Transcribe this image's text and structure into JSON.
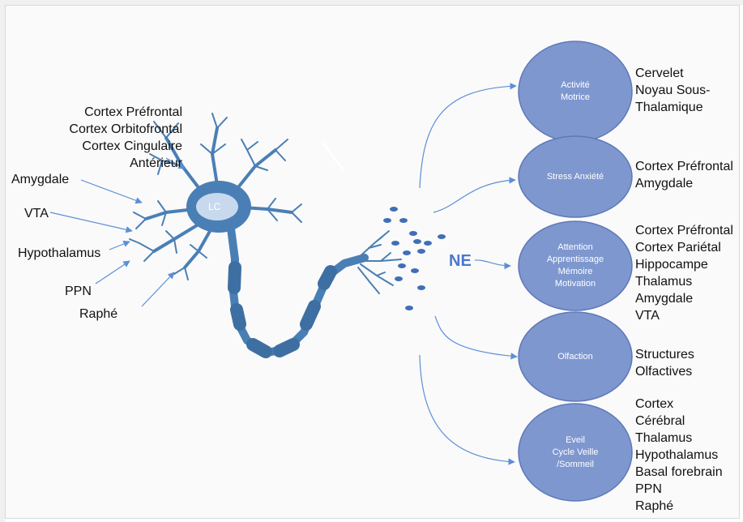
{
  "neuron": {
    "soma_label": "LC",
    "transmitter_label": "NE"
  },
  "inputs": [
    {
      "label": "Cortex Préfrontal"
    },
    {
      "label": "Cortex Orbitofrontal"
    },
    {
      "label": "Cortex Cingulaire"
    },
    {
      "label": "Antérieur"
    },
    {
      "label": "Amygdale"
    },
    {
      "label": "VTA"
    },
    {
      "label": "Hypothalamus"
    },
    {
      "label": "PPN"
    },
    {
      "label": "Raphé"
    }
  ],
  "functions": [
    {
      "lines": [
        "Activité",
        "Motrice"
      ],
      "targets": [
        "Cervelet",
        "Noyau Sous-",
        "Thalamique"
      ]
    },
    {
      "lines": [
        "Stress Anxiété"
      ],
      "targets": [
        "Cortex Préfrontal",
        "Amygdale"
      ]
    },
    {
      "lines": [
        "Attention",
        "Apprentissage",
        "Mémoire",
        "Motivation"
      ],
      "targets": [
        "Cortex Préfrontal",
        "Cortex Pariétal",
        "Hippocampe",
        "Thalamus",
        "Amygdale",
        "VTA"
      ]
    },
    {
      "lines": [
        "Olfaction"
      ],
      "targets": [
        "Structures",
        "Olfactives"
      ]
    },
    {
      "lines": [
        "Eveil",
        "Cycle Veille",
        "/Sommeil"
      ],
      "targets": [
        "Cortex",
        "Cérébral",
        "Thalamus",
        "Hypothalamus",
        "Basal forebrain",
        "PPN",
        "Raphé"
      ]
    }
  ],
  "colors": {
    "neuron": "#4a7fb5",
    "neuron_dark": "#3d6fa3",
    "soma": "#c8d9ee",
    "ellipse_fill": "#7e97cf",
    "ellipse_stroke": "#5f79b8",
    "arrow": "#5b8fd6",
    "ne_text": "#4a78d0",
    "vesicle": "#3e6fb8"
  }
}
